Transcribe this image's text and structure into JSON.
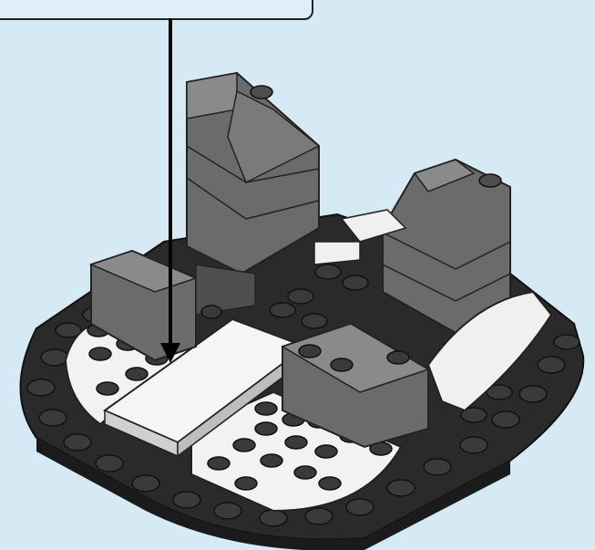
{
  "figure": {
    "background": "#d6eaf6",
    "colors": {
      "dark_plate": "#2a2a2a",
      "stud_dark": "#3a3a3a",
      "light_plate": "#f2f2f2",
      "grey_brick": "#6b6b6b",
      "grey_brick_top": "#8a8a8a",
      "grey_brick_side": "#4e4e4e"
    },
    "parts": [
      "baseplate-dark",
      "white-plate-left",
      "white-plate-right",
      "white-tile-center",
      "grey-tower-left",
      "grey-tower-right",
      "white-curved-slope",
      "callout-arrow"
    ]
  }
}
